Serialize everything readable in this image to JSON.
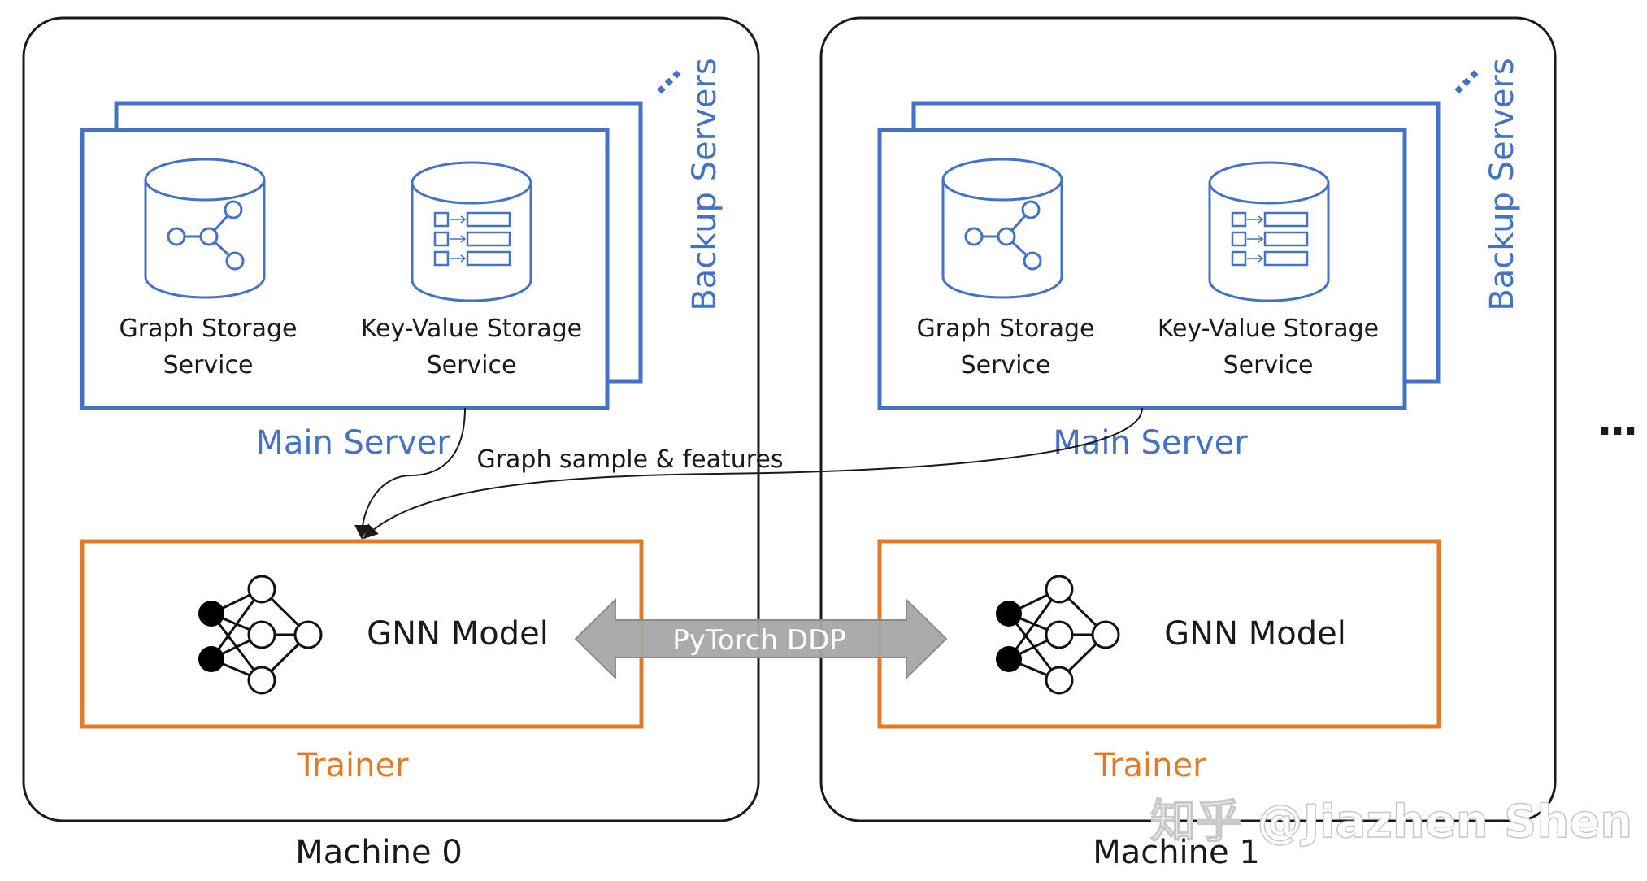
{
  "colors": {
    "server_blue": "#4472c4",
    "trainer_orange": "#e07b2a",
    "machine_border": "#1a1a1a",
    "ddp_arrow_fill": "#a6a6a6",
    "watermark": "#c8c8c8"
  },
  "machines": [
    {
      "label": "Machine 0",
      "backup_label": "Backup Servers",
      "backup_ellipsis": "…",
      "main_server_label": "Main Server",
      "services": [
        {
          "label_line1": "Graph Storage",
          "label_line2": "Service",
          "icon": "graph-database-icon"
        },
        {
          "label_line1": "Key-Value Storage",
          "label_line2": "Service",
          "icon": "key-value-database-icon"
        }
      ],
      "trainer": {
        "model_label": "GNN Model",
        "label": "Trainer",
        "icon": "neural-network-icon"
      }
    },
    {
      "label": "Machine 1",
      "backup_label": "Backup Servers",
      "backup_ellipsis": "…",
      "main_server_label": "Main Server",
      "services": [
        {
          "label_line1": "Graph Storage",
          "label_line2": "Service",
          "icon": "graph-database-icon"
        },
        {
          "label_line1": "Key-Value Storage",
          "label_line2": "Service",
          "icon": "key-value-database-icon"
        }
      ],
      "trainer": {
        "model_label": "GNN Model",
        "label": "Trainer",
        "icon": "neural-network-icon"
      }
    }
  ],
  "connections": {
    "data_flow_label": "Graph sample & features",
    "ddp_label": "PyTorch DDP"
  },
  "more_machines": "…",
  "watermark": "知乎 @Jiazhen Shen"
}
